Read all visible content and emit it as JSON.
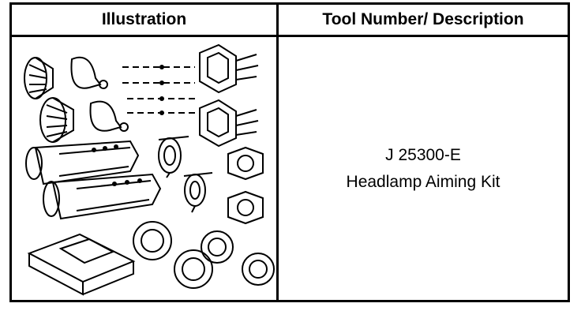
{
  "table": {
    "header": {
      "illustration": "Illustration",
      "tool_number_description": "Tool Number/ Description"
    },
    "row": {
      "tool_number": "J 25300-E",
      "description": "Headlamp Aiming Kit"
    }
  }
}
